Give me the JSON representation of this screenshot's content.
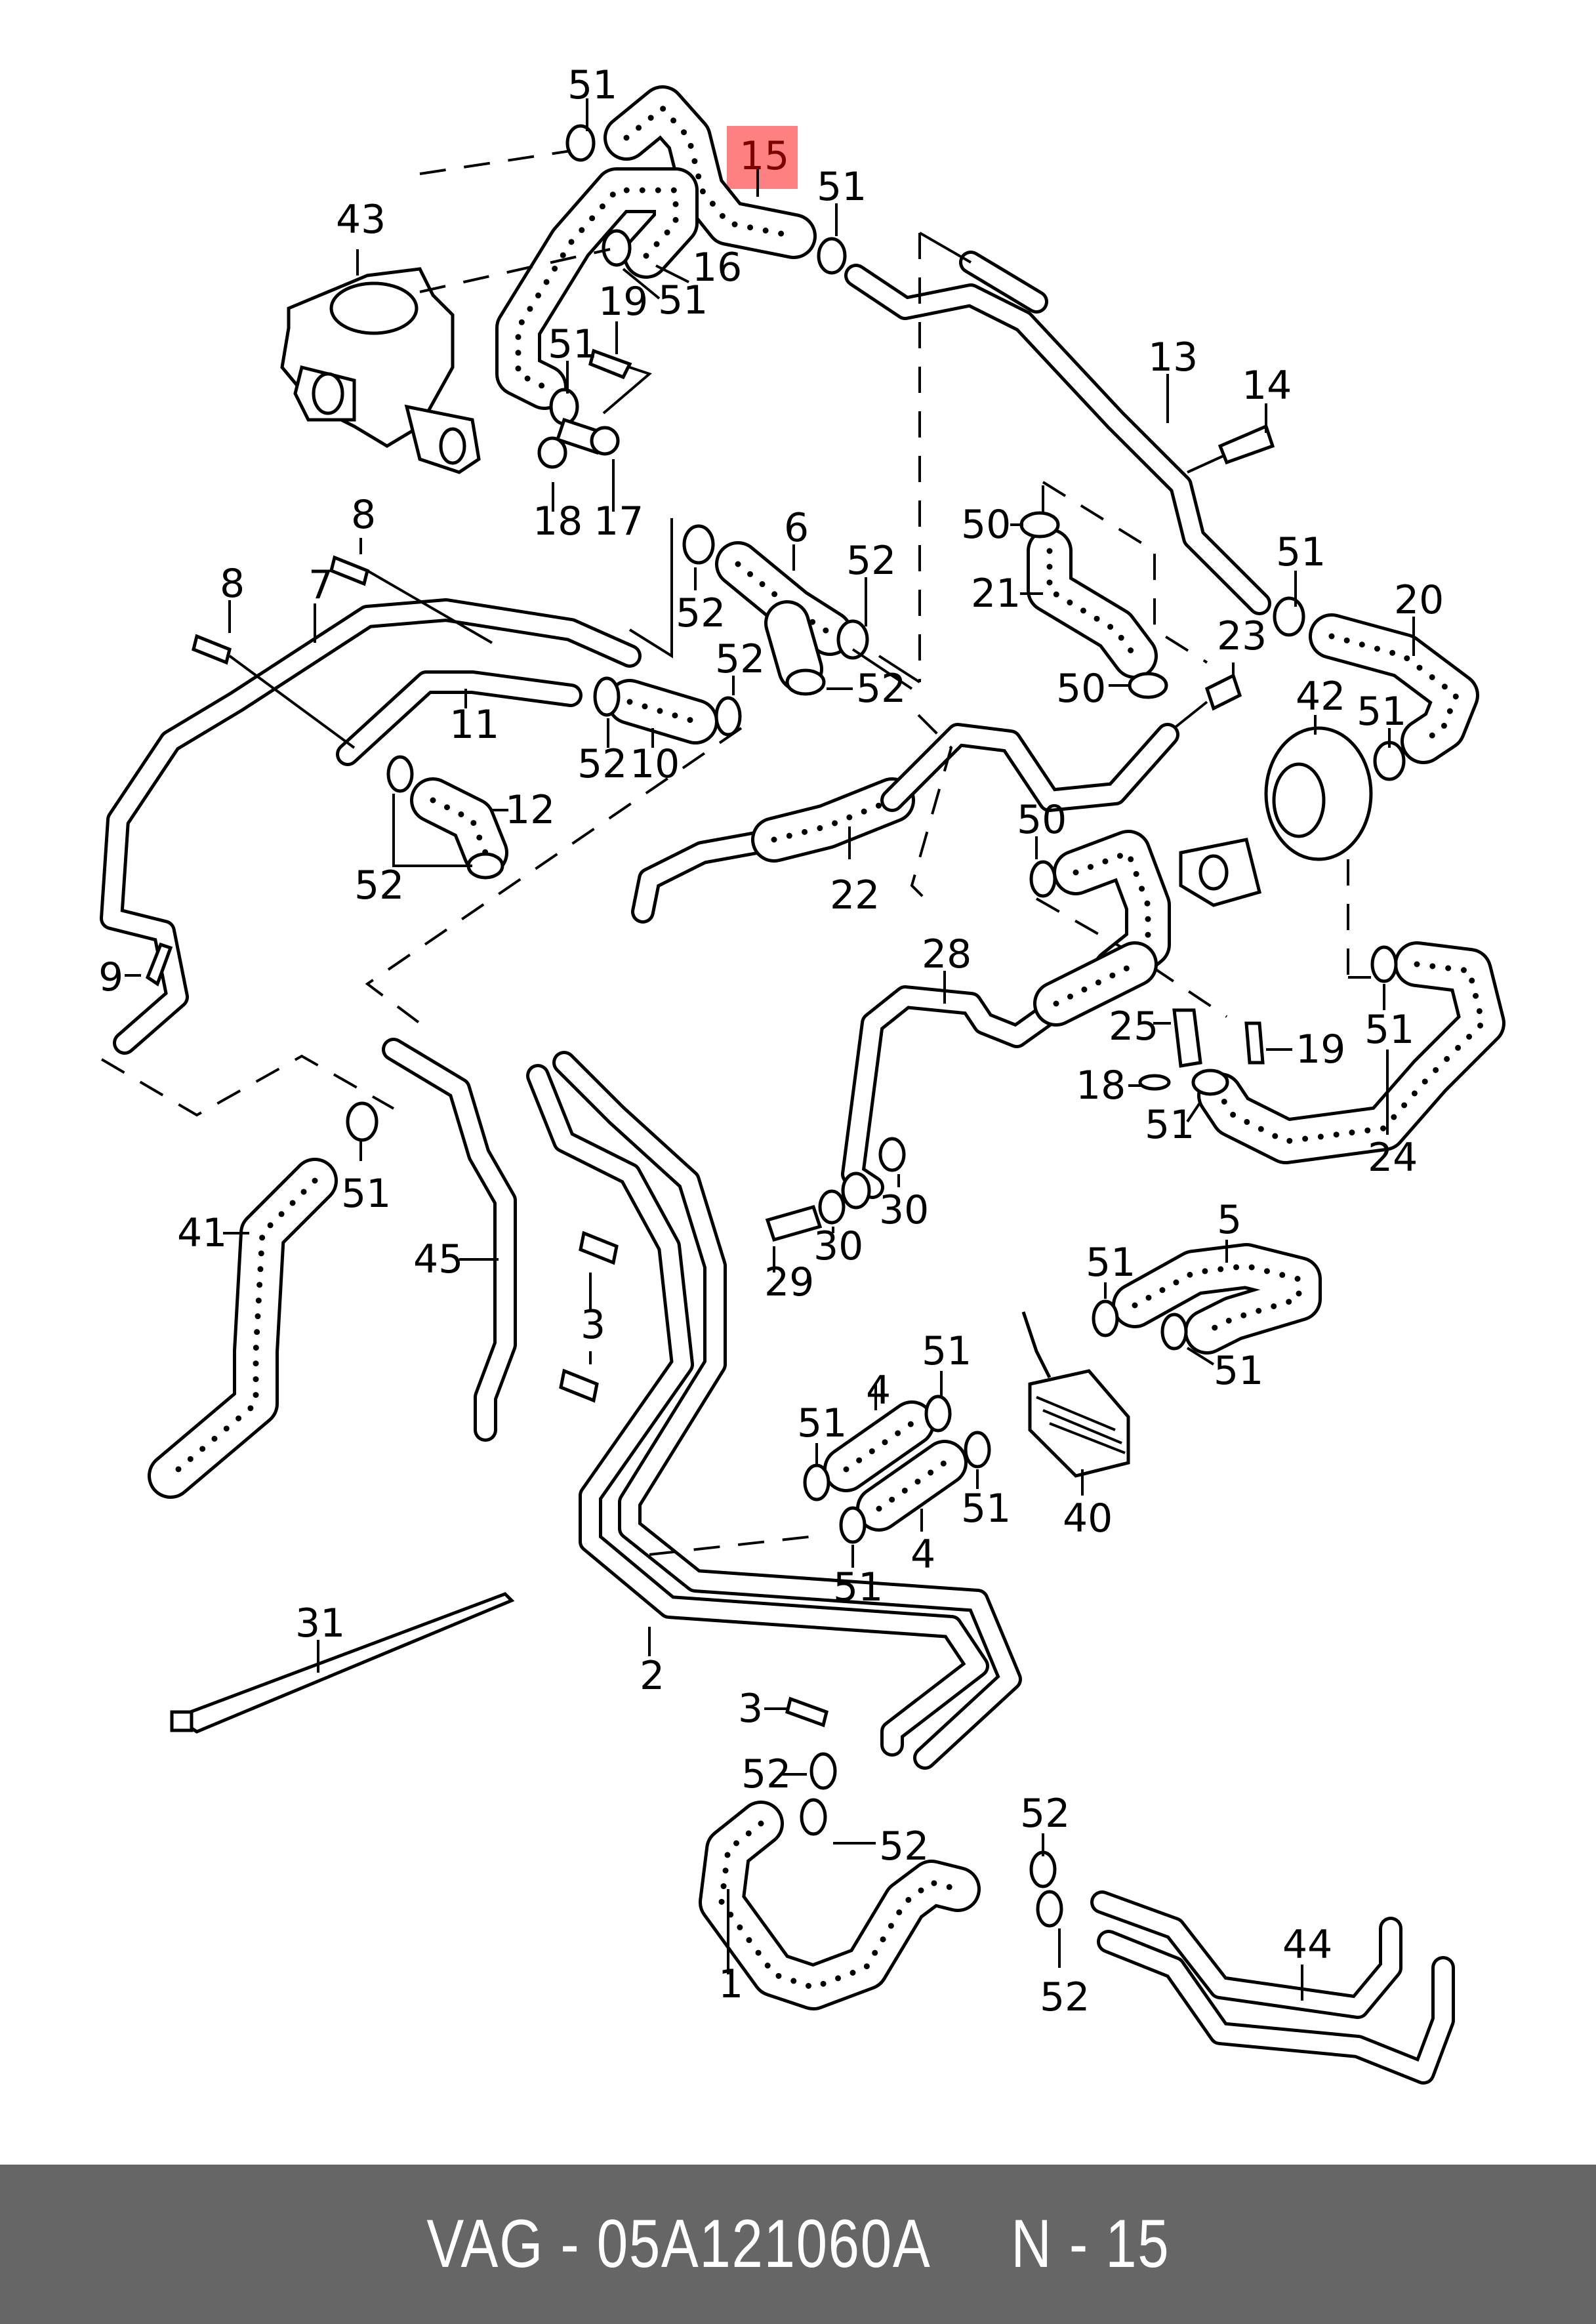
{
  "diagram": {
    "type": "exploded parts diagram",
    "highlight": {
      "callout": "15",
      "color": "#ff8080",
      "text_color": "#800000"
    },
    "callouts": [
      {
        "id": "c51a",
        "label": "51"
      },
      {
        "id": "c15",
        "label": "15",
        "highlighted": true
      },
      {
        "id": "c51b",
        "label": "51"
      },
      {
        "id": "c43",
        "label": "43"
      },
      {
        "id": "c16",
        "label": "16"
      },
      {
        "id": "c51c",
        "label": "51"
      },
      {
        "id": "c19a",
        "label": "19"
      },
      {
        "id": "c51d",
        "label": "51"
      },
      {
        "id": "c18a",
        "label": "18"
      },
      {
        "id": "c17",
        "label": "17"
      },
      {
        "id": "c13",
        "label": "13"
      },
      {
        "id": "c14",
        "label": "14"
      },
      {
        "id": "c8a",
        "label": "8"
      },
      {
        "id": "c6",
        "label": "6"
      },
      {
        "id": "c52a",
        "label": "52"
      },
      {
        "id": "c50a",
        "label": "50"
      },
      {
        "id": "c21",
        "label": "21"
      },
      {
        "id": "c51e",
        "label": "51"
      },
      {
        "id": "c20",
        "label": "20"
      },
      {
        "id": "c8b",
        "label": "8"
      },
      {
        "id": "c7",
        "label": "7"
      },
      {
        "id": "c52b",
        "label": "52"
      },
      {
        "id": "c52c",
        "label": "52"
      },
      {
        "id": "c52d",
        "label": "52"
      },
      {
        "id": "c23",
        "label": "23"
      },
      {
        "id": "c50b",
        "label": "50"
      },
      {
        "id": "c42",
        "label": "42"
      },
      {
        "id": "c51f",
        "label": "51"
      },
      {
        "id": "c11",
        "label": "11"
      },
      {
        "id": "c52e",
        "label": "52"
      },
      {
        "id": "c10",
        "label": "10"
      },
      {
        "id": "c12",
        "label": "12"
      },
      {
        "id": "c52f",
        "label": "52"
      },
      {
        "id": "c22",
        "label": "22"
      },
      {
        "id": "c50c",
        "label": "50"
      },
      {
        "id": "c9",
        "label": "9"
      },
      {
        "id": "c28",
        "label": "28"
      },
      {
        "id": "c25",
        "label": "25"
      },
      {
        "id": "c19b",
        "label": "19"
      },
      {
        "id": "c51g",
        "label": "51"
      },
      {
        "id": "c18b",
        "label": "18"
      },
      {
        "id": "c51h",
        "label": "51"
      },
      {
        "id": "c24",
        "label": "24"
      },
      {
        "id": "c51i",
        "label": "51"
      },
      {
        "id": "c30a",
        "label": "30"
      },
      {
        "id": "c30b",
        "label": "30"
      },
      {
        "id": "c29",
        "label": "29"
      },
      {
        "id": "c41",
        "label": "41"
      },
      {
        "id": "c45",
        "label": "45"
      },
      {
        "id": "c5",
        "label": "5"
      },
      {
        "id": "c51j",
        "label": "51"
      },
      {
        "id": "c3a",
        "label": "3"
      },
      {
        "id": "c51k",
        "label": "51"
      },
      {
        "id": "c51l",
        "label": "51"
      },
      {
        "id": "c4a",
        "label": "4"
      },
      {
        "id": "c51m",
        "label": "51"
      },
      {
        "id": "c51n",
        "label": "51"
      },
      {
        "id": "c40",
        "label": "40"
      },
      {
        "id": "c4b",
        "label": "4"
      },
      {
        "id": "c51o",
        "label": "51"
      },
      {
        "id": "c31",
        "label": "31"
      },
      {
        "id": "c2",
        "label": "2"
      },
      {
        "id": "c3b",
        "label": "3"
      },
      {
        "id": "c52g",
        "label": "52"
      },
      {
        "id": "c52h",
        "label": "52"
      },
      {
        "id": "c52i",
        "label": "52"
      },
      {
        "id": "c44",
        "label": "44"
      },
      {
        "id": "c1",
        "label": "1"
      },
      {
        "id": "c52j",
        "label": "52"
      }
    ]
  },
  "footer": {
    "brand": "VAG",
    "part_number": "05A121060A",
    "position_label": "N",
    "position_number": "15",
    "text": "VAG - 05A121060A     N - 15",
    "background": "#666666",
    "text_color": "#ffffff"
  }
}
